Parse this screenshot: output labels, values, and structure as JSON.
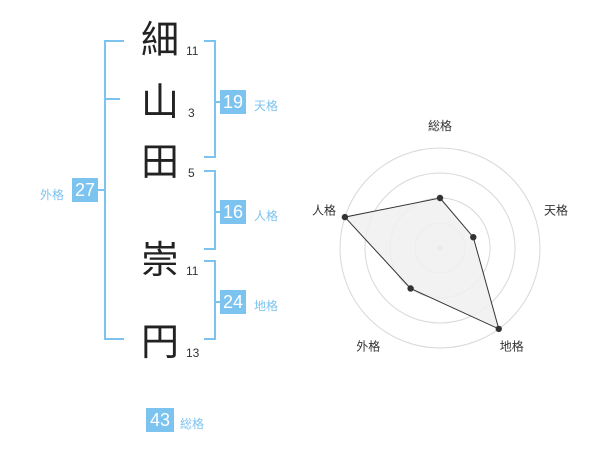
{
  "name": {
    "chars": [
      {
        "char": "細",
        "strokes": "11"
      },
      {
        "char": "山",
        "strokes": "3"
      },
      {
        "char": "田",
        "strokes": "5"
      },
      {
        "char": "崇",
        "strokes": "11"
      },
      {
        "char": "円",
        "strokes": "13"
      }
    ]
  },
  "fortunes": {
    "tenkaku": {
      "value": "19",
      "label": "天格"
    },
    "jinkaku": {
      "value": "16",
      "label": "人格"
    },
    "chikaku": {
      "value": "24",
      "label": "地格"
    },
    "gaikaku": {
      "value": "27",
      "label": "外格"
    },
    "soukaku": {
      "value": "43",
      "label": "総格"
    }
  },
  "colors": {
    "accent": "#7cc4ef",
    "radar_fill": "#f0f0f0",
    "radar_line": "#333333",
    "grid": "#d8d8d8"
  },
  "chart_data": {
    "type": "radar",
    "axes": [
      "総格",
      "天格",
      "地格",
      "外格",
      "人格"
    ],
    "values": [
      0.5,
      0.35,
      1.0,
      0.5,
      1.0
    ],
    "rings": 4
  }
}
